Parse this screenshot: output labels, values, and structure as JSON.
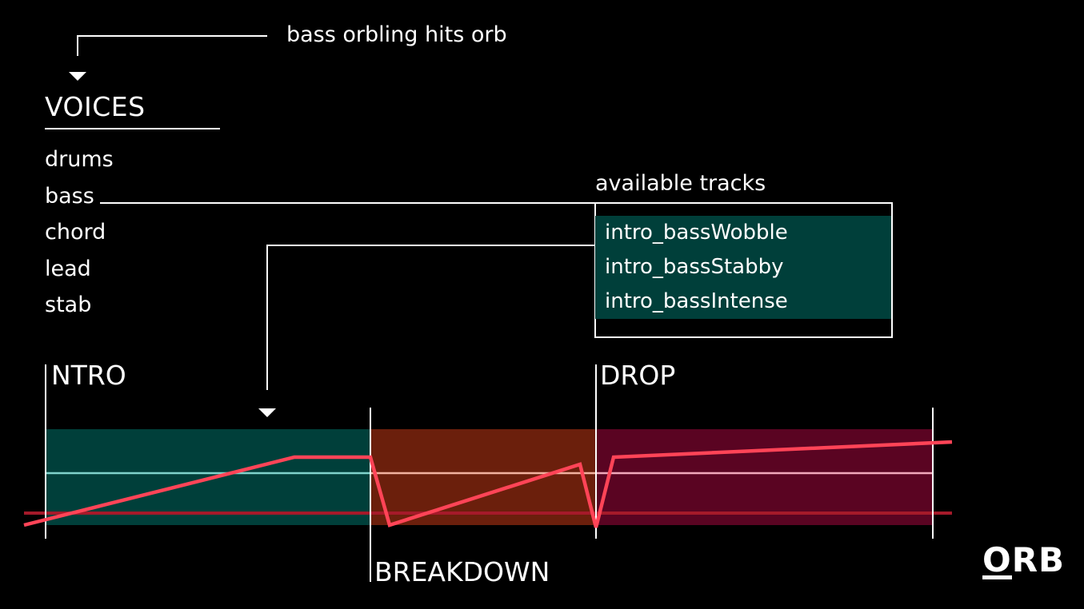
{
  "annotation": "bass orbling hits orb",
  "voices": {
    "title": "VOICES",
    "items": [
      "drums",
      "bass",
      "chord",
      "lead",
      "stab"
    ]
  },
  "available_tracks": {
    "title": "available tracks",
    "items": [
      "intro_bassWobble",
      "intro_bassStabby",
      "intro_bassIntense"
    ]
  },
  "sections": {
    "intro": "NTRO",
    "breakdown": "BREAKDOWN",
    "drop": "DROP"
  },
  "logo": {
    "o": "O",
    "rest": "RB"
  },
  "colors": {
    "background": "#000000",
    "foreground": "#ffffff",
    "track_highlight": "#003f3a",
    "intro_band": "#003f3a",
    "breakdown_band": "#6b1f0c",
    "drop_band": "#5a0422",
    "energy_line": "#ff4457",
    "intro_midline": "#7fd3cc",
    "breakdown_midline": "#f2b2a0",
    "drop_midline": "#f2a9bc",
    "baseline": "#a51a2a"
  },
  "icons": [
    "pointer-triangle-icon"
  ]
}
